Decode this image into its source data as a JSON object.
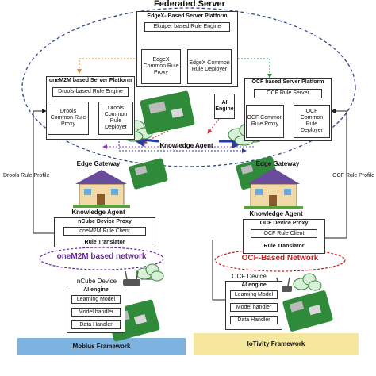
{
  "federated_server": {
    "title": "Federated Server",
    "edgex_platform": {
      "title": "EdgeX- Based Server Platform",
      "rule_engine": "Ekuiper based Rule Engine",
      "rule_proxy": "EdgeX Common Rule Proxy",
      "rule_deployer": "EdgeX Common Rule Deployer"
    },
    "onem2m_platform": {
      "title": "oneM2M based Server Platform",
      "rule_engine": "Drools-based Rule Engine",
      "rule_proxy": "Drools Common Rule Proxy",
      "rule_deployer": "Drools Common Rule Deployer"
    },
    "ocf_platform": {
      "title": "OCF based Server Platform",
      "rule_server": "OCF Rule Server",
      "rule_proxy": "OCF Common Rule Proxy",
      "rule_deployer": "OCF Common Rule Deployer"
    },
    "ai_engine": "AI Engine",
    "knowledge_agent": "Knowledge Agent"
  },
  "left_side": {
    "side_label": "Drools Rule Profile",
    "gateway_title": "Edge Gateway",
    "knowledge_agent": "Knowledge Agent",
    "proxy_title": "nCube Device Proxy",
    "rule_client": "oneM2M  Rule Client",
    "rule_translator": "Rule Translator",
    "network_label": "oneM2M based network",
    "device_title": "nCube Device",
    "ai_engine_title": "AI engine",
    "modules": [
      "Learning Model",
      "Model handler",
      "Data Handler"
    ],
    "framework": "Mobius Framework"
  },
  "right_side": {
    "side_label": "OCF Rule Profile",
    "gateway_title": "Edge Gateway",
    "knowledge_agent": "Knowledge Agent",
    "proxy_title": "OCF Device Proxy",
    "rule_client": "OCF  Rule Client",
    "rule_translator": "Rule Translator",
    "network_label": "OCF-Based  Network",
    "device_title": "OCF Device",
    "ai_engine_title": "AI engine",
    "modules": [
      "Learning Model",
      "Model handler",
      "Data Handler"
    ],
    "framework": "IoTivity Framework"
  },
  "colors": {
    "ellipse_dash": "#2e4a8a",
    "onem2m_network": "#6a2a9a",
    "ocf_network": "#c62020",
    "framework_left": "#7eb3e0",
    "framework_right": "#f5e79e",
    "arrow_orange": "#e88a2b",
    "arrow_green": "#2e9a3a",
    "arrow_blue": "#2a3aa0",
    "arrow_purple": "#8a3ab8",
    "arrow_red": "#c03030"
  }
}
